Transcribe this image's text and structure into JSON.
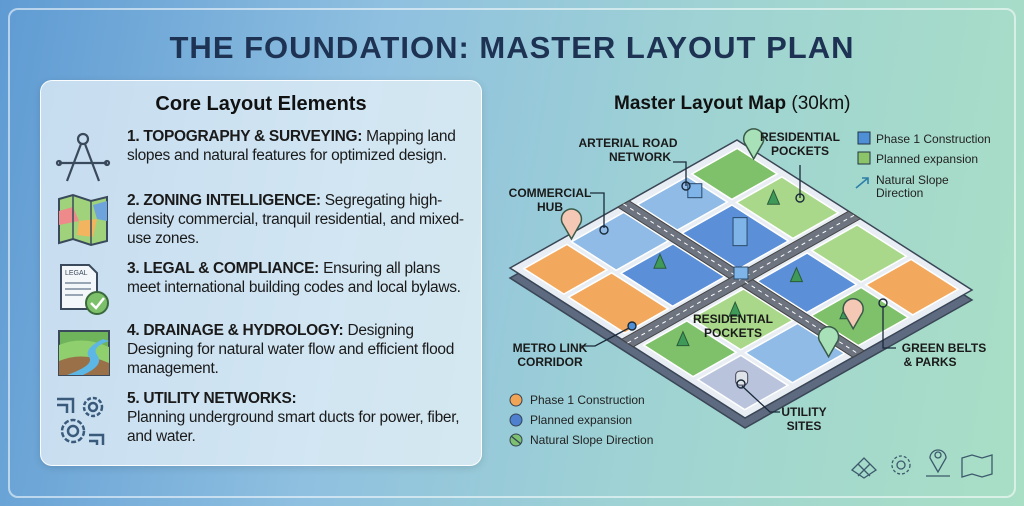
{
  "title": "THE FOUNDATION: MASTER LAYOUT PLAN",
  "panel": {
    "heading": "Core Layout Elements",
    "items": [
      {
        "icon": "compass-drafting-icon",
        "label": "1. TOPOGRAPHY & SURVEYING:",
        "text": "Mapping land slopes and natural features for optimized design."
      },
      {
        "icon": "zoning-map-icon",
        "label": "2. ZONING INTELLIGENCE:",
        "text": "Segregating high-density commercial, tranquil residential, and mixed-use zones."
      },
      {
        "icon": "legal-document-icon",
        "label": "3. LEGAL & COMPLIANCE:",
        "text": "Ensuring all plans meet international building codes and local bylaws.",
        "badge": "LEGAL"
      },
      {
        "icon": "river-landscape-icon",
        "label": "4. DRAINAGE & HYDROLOGY:",
        "text": "Designing Designing for natural water flow and efficient flood management."
      },
      {
        "icon": "pipes-gears-icon",
        "label": "5. UTILITY NETWORKS:",
        "text": "Planning underground smart ducts for power, fiber, and water."
      }
    ]
  },
  "map": {
    "title": "Master Layout Map",
    "title_suffix": "(30km)",
    "labels": {
      "arterial": [
        "ARTERIAL ROAD",
        "NETWORK"
      ],
      "residential_top": [
        "RESIDENTIAL",
        "POCKETS"
      ],
      "commercial": [
        "COMMERCIAL",
        "HUB"
      ],
      "residential_mid": [
        "RESIDENTIAL",
        "POCKETS"
      ],
      "metro": [
        "METRO LINK",
        "CORRIDOR"
      ],
      "green": [
        "GREEN BELTS",
        "& PARKS"
      ],
      "utility": [
        "UTILITY",
        "SITES"
      ]
    },
    "legend_top": [
      {
        "label": "Phase 1 Construction",
        "color": "#4f8fd6"
      },
      {
        "label": "Planned expansion",
        "color": "#8cc46a"
      },
      {
        "label": "Natural Slope Direction",
        "lines": [
          "Natural Slope",
          "Direction"
        ],
        "color": "#2f7fa8"
      }
    ],
    "legend_bottom": [
      {
        "label": "Phase 1 Construction",
        "color": "#f0a456"
      },
      {
        "label": "Planned expansion",
        "color": "#4f7fcf"
      },
      {
        "label": "Natural Slope Direction",
        "color": "#7cc070"
      }
    ],
    "colors": {
      "orange": "#f2a95e",
      "blue": "#5b8fd8",
      "lightblue": "#8fbbe6",
      "green": "#7fc06a",
      "lightgreen": "#a9d88a",
      "lavender": "#b9c3dc",
      "road": "#6d7480"
    },
    "footer_icons": [
      "network-grid-icon",
      "gear-icon",
      "map-pin-icon",
      "map-icon"
    ]
  }
}
